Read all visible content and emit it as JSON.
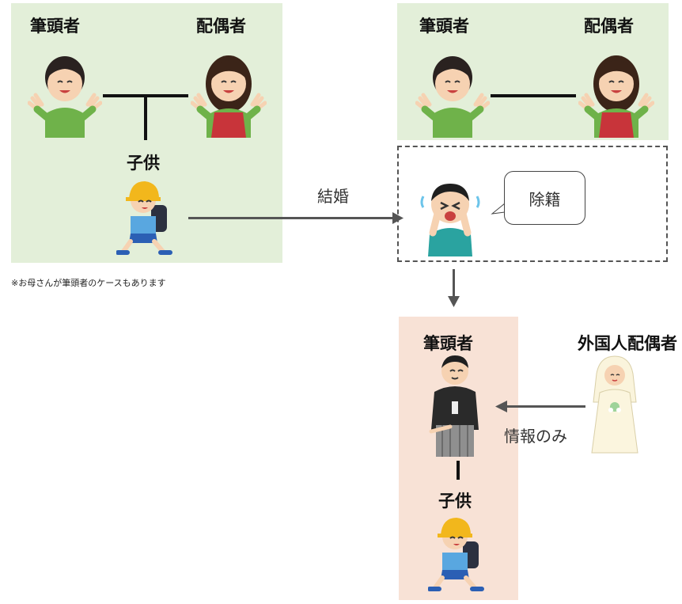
{
  "panel_before": {
    "head_label": "筆頭者",
    "spouse_label": "配偶者",
    "child_label": "子供",
    "footnote": "※お母さんが筆頭者のケースもあります"
  },
  "panel_after": {
    "head_label": "筆頭者",
    "spouse_label": "配偶者"
  },
  "edges": {
    "marriage_label": "結婚",
    "info_only_label": "情報のみ"
  },
  "removed_bubble": {
    "text": "除籍"
  },
  "new_register": {
    "head_label": "筆頭者",
    "child_label": "子供"
  },
  "foreign_spouse": {
    "label": "外国人配偶者"
  },
  "colors": {
    "family_panel": "#e3efd9",
    "new_register_panel": "#f8e2d6",
    "arrow": "#555555",
    "shirt_green": "#6fb24a",
    "apron_red": "#c8343a"
  }
}
